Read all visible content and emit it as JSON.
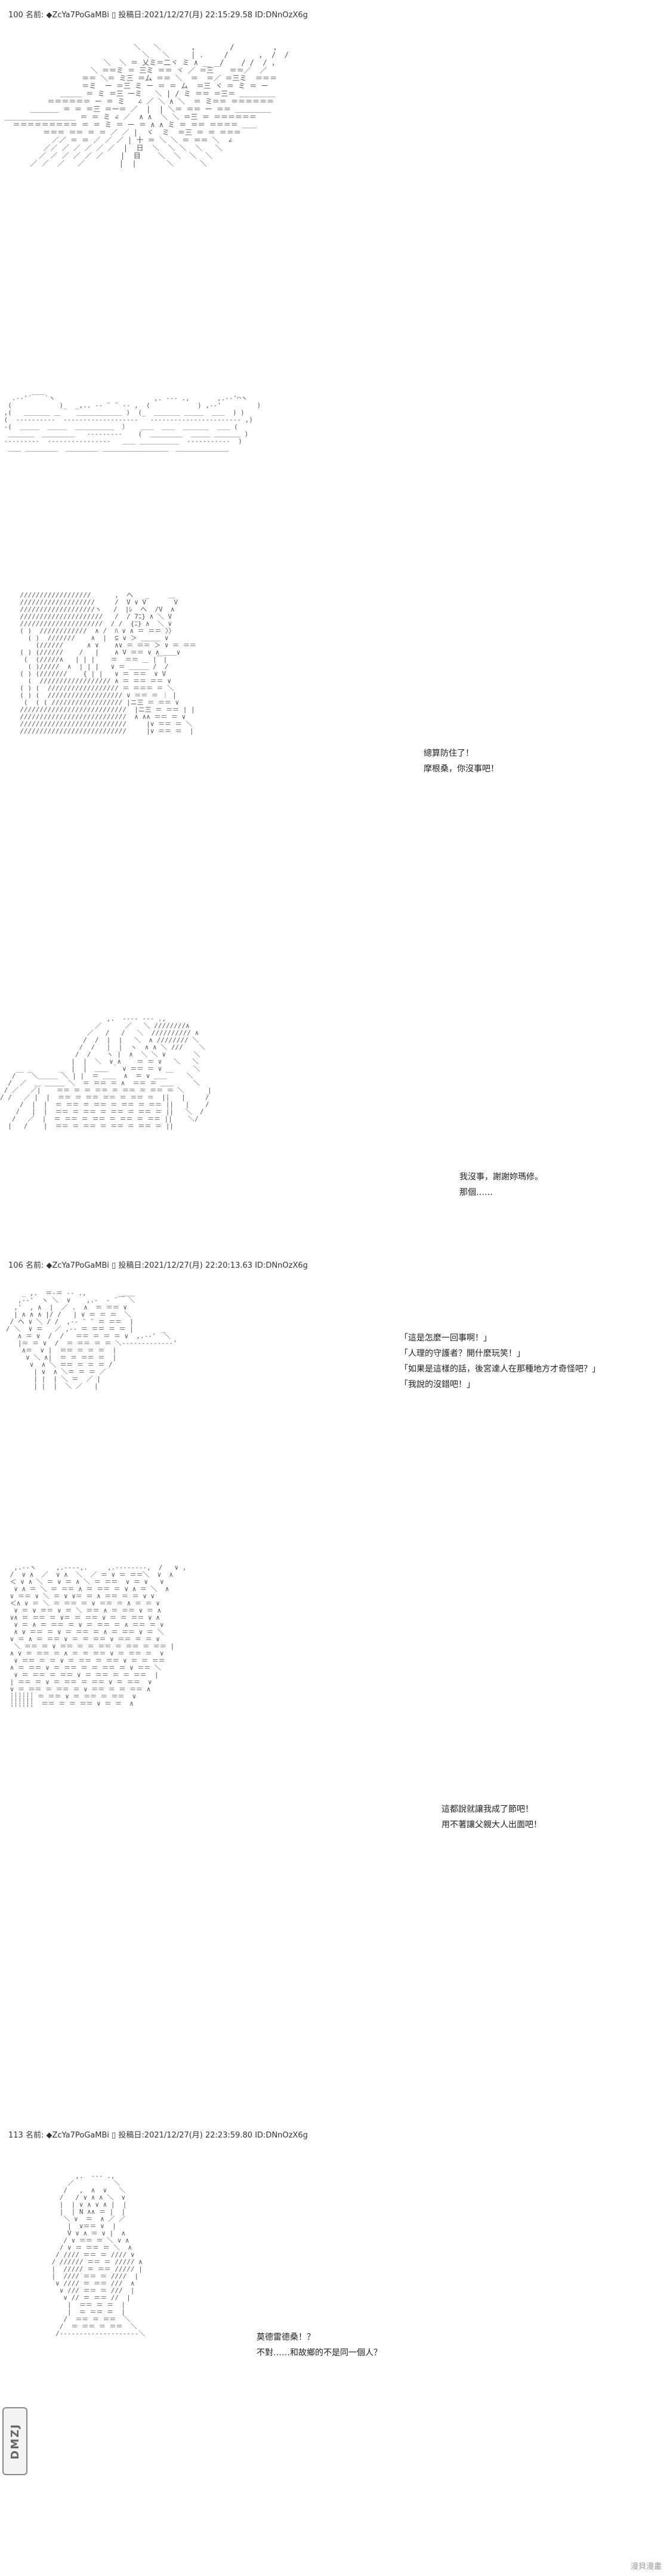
{
  "posts": [
    {
      "header": "100 名前: ◆ZcYa7PoGaMBi ▯ 投稿日:2021/12/27(月) 22:15:29.58 ID:DNnOzX6g"
    },
    {
      "header": "106 名前: ◆ZcYa7PoGaMBi ▯ 投稿日:2021/12/27(月) 22:20:13.63 ID:DNnOzX6g"
    },
    {
      "header": "113 名前: ◆ZcYa7PoGaMBi ▯ 投稿日:2021/12/27(月) 22:23:59.80 ID:DNnOzX6g"
    }
  ],
  "panels": {
    "p3": {
      "lines": [
        "總算防住了！",
        "摩根桑，你沒事吧！"
      ]
    },
    "p4": {
      "lines": [
        "我沒事，謝謝妳瑪修。",
        "那個……"
      ]
    },
    "p5": {
      "lines": [
        "「這是怎麼一回事啊！」",
        "「人理的守護者？開什麼玩笑！」",
        "「如果是這樣的話，後宮達人在那種地方才奇怪吧？」",
        "「我說的沒錯吧！」"
      ]
    },
    "p6": {
      "lines": [
        "這都說就讓我成了節吧！",
        "用不著讓父親大人出面吧！"
      ]
    },
    "p7": {
      "lines": [
        "莫德雷德桑！？",
        "不對……和故鄉的不是同一個人？"
      ]
    }
  },
  "watermarks": {
    "left": "DMZJ",
    "right": "漫貝漫畫"
  }
}
